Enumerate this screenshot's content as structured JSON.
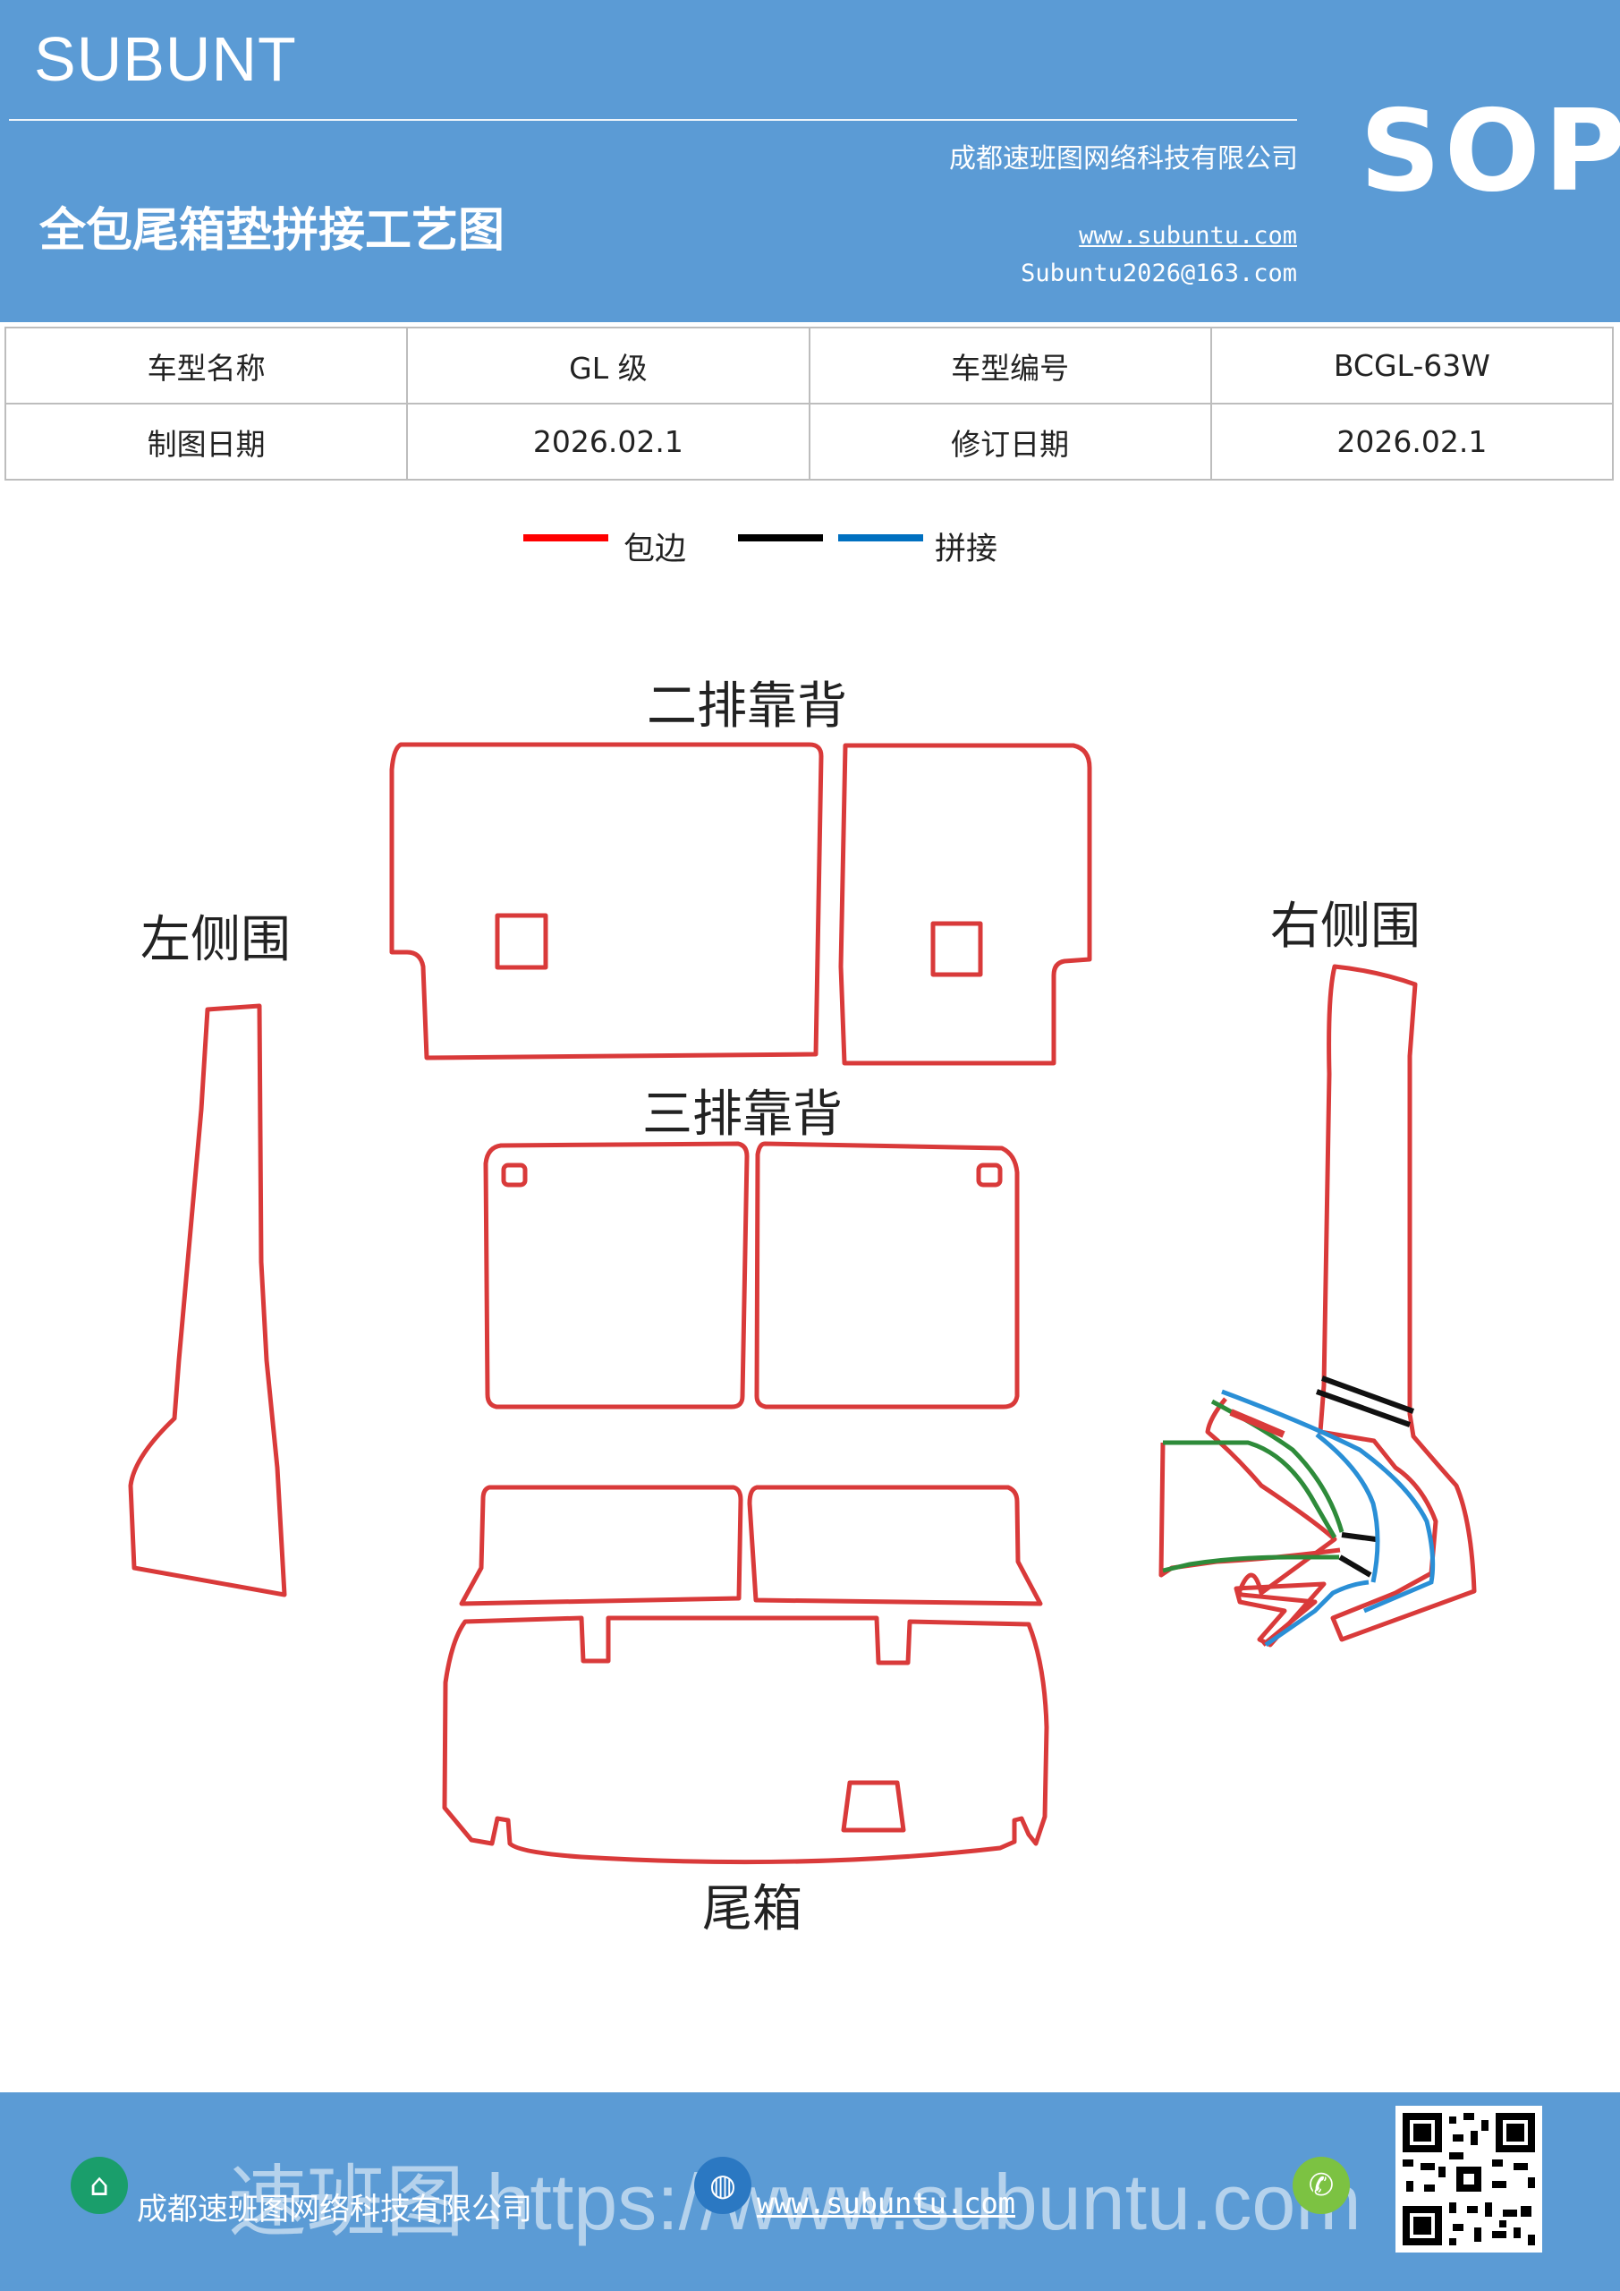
{
  "header": {
    "brand": "SUBUNT",
    "title": "全包尾箱垫拼接工艺图",
    "company": "成都速班图网络科技有限公司",
    "website": "www.subuntu.com",
    "email": "Subuntu2026@163.com",
    "badge": "SOP"
  },
  "info_table": {
    "rows": [
      [
        "车型名称",
        "GL 级",
        "车型编号",
        "BCGL-63W"
      ],
      [
        "制图日期",
        "2026.02.1",
        "修订日期",
        "2026.02.1"
      ]
    ]
  },
  "legend": {
    "items": [
      {
        "color": "#ff0000",
        "label": "包边"
      },
      {
        "color": "#000000",
        "label": ""
      },
      {
        "color": "#0070c0",
        "label": "拼接"
      }
    ]
  },
  "labels": {
    "second_row_back": "二排靠背",
    "third_row_back": "三排靠背",
    "left_side": "左侧围",
    "right_side": "右侧围",
    "trunk": "尾箱"
  },
  "colors": {
    "header_bg": "#5b9bd5",
    "outline_red": "#d93a3a",
    "seam_black": "#111111",
    "seam_blue": "#2a8fd6",
    "seam_green": "#2e8b3a"
  },
  "footer": {
    "company": "成都速班图网络科技有限公司",
    "website": "www.subuntu.com",
    "watermark": "速班图 https://www.subuntu.com",
    "icons": [
      "building-icon",
      "globe-icon",
      "wechat-icon",
      "qr-code"
    ]
  }
}
